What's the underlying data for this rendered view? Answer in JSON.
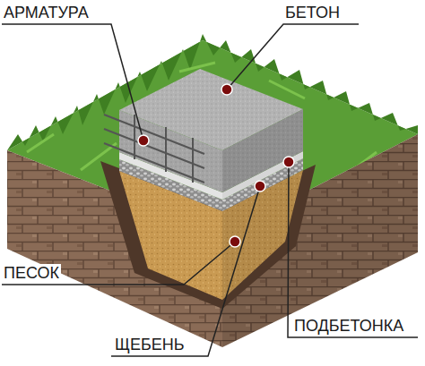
{
  "diagram": {
    "labels": [
      "АРМАТУРА",
      "БЕТОН",
      "ПЕСОК",
      "ПОДБЕТОНКА",
      "ЩЕБЕНЬ"
    ]
  }
}
